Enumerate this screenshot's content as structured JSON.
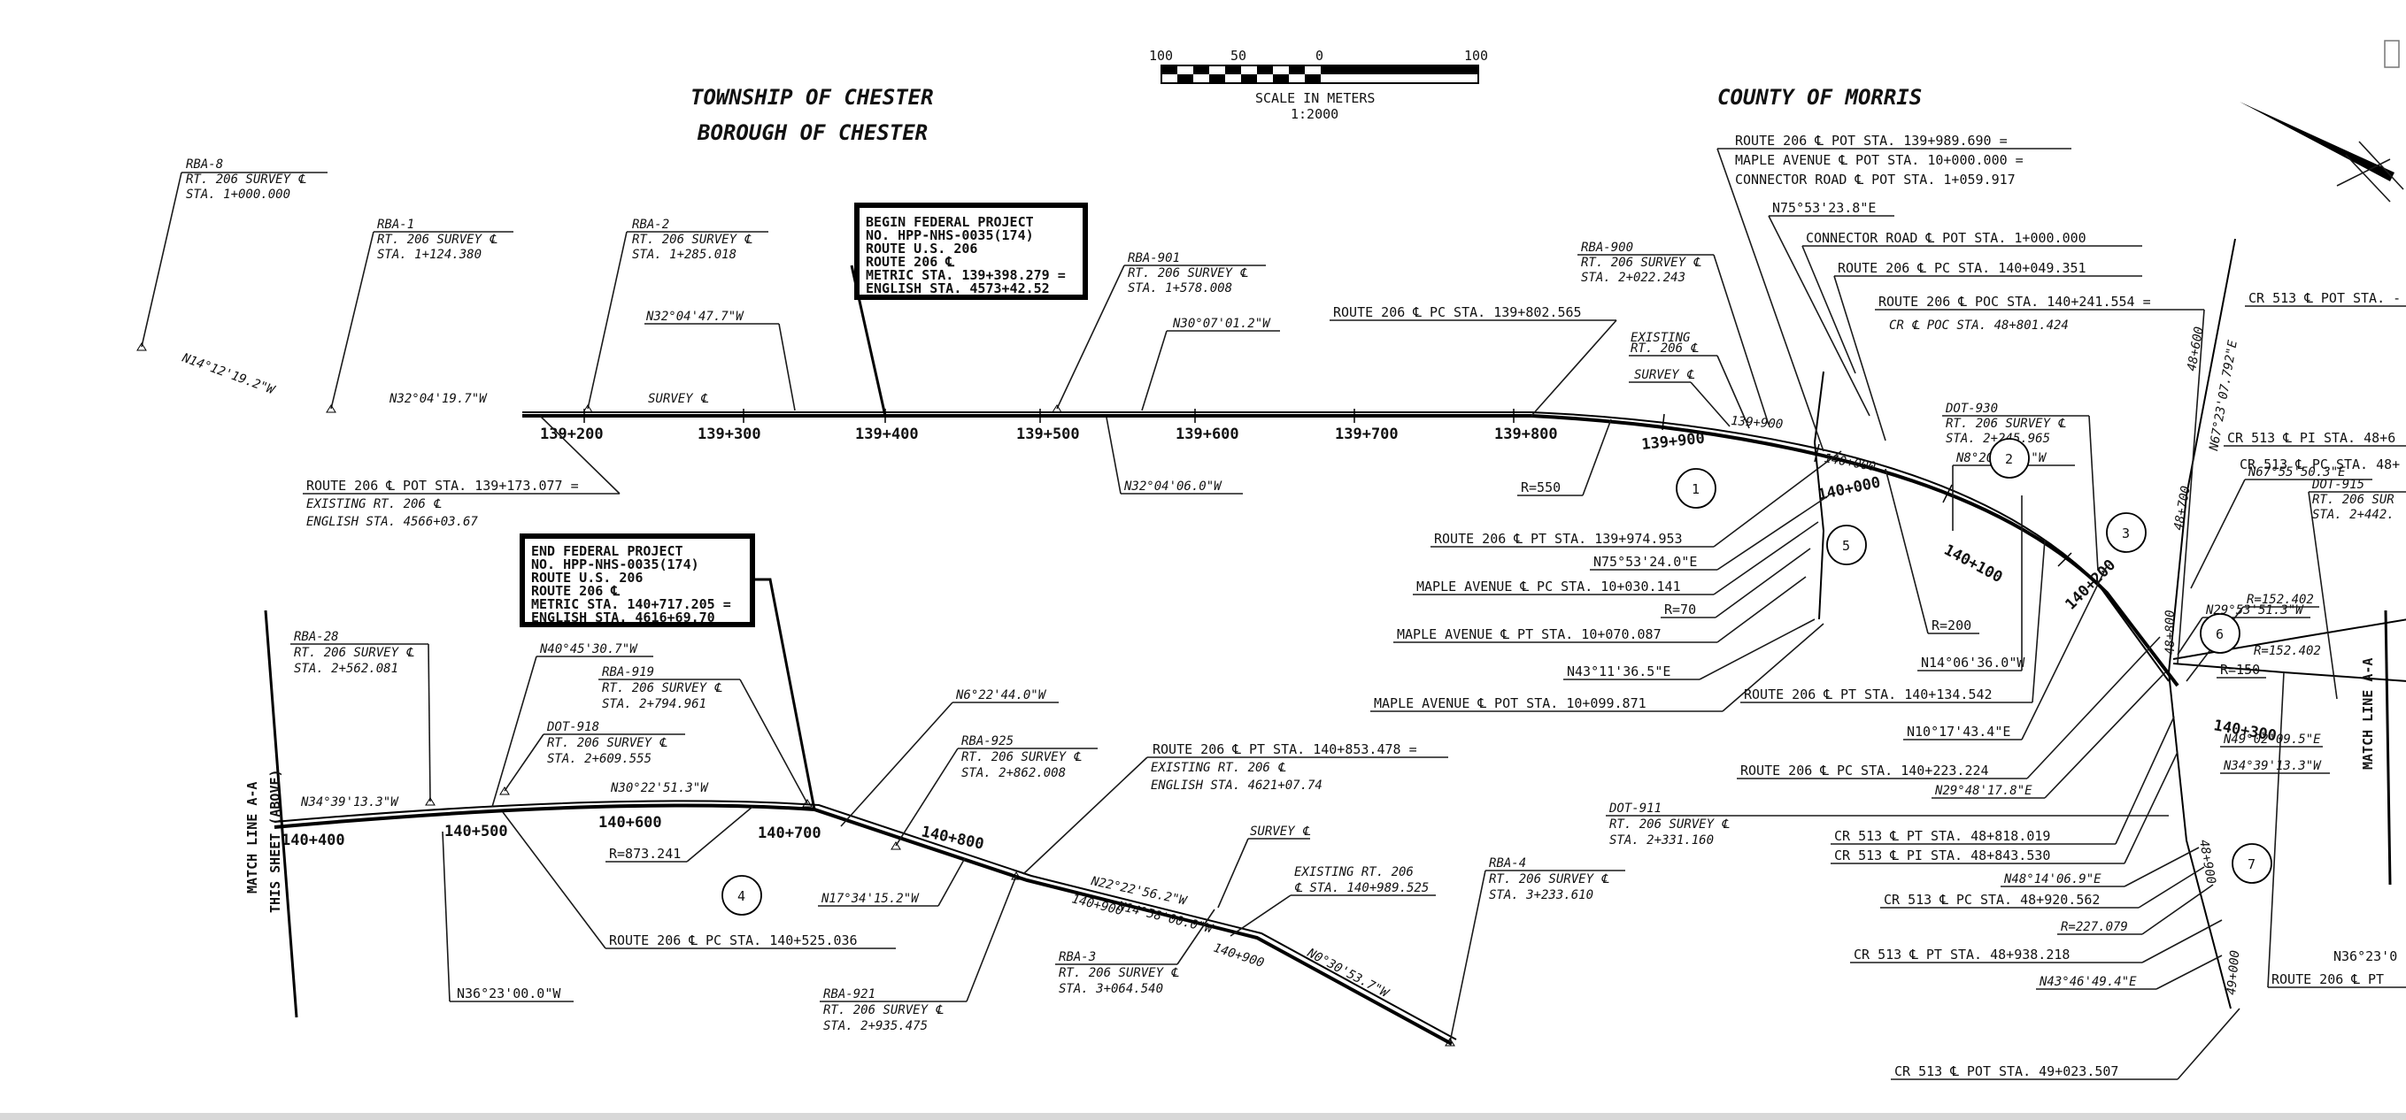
{
  "titles": {
    "township": "TOWNSHIP OF CHESTER",
    "borough": "BOROUGH OF CHESTER",
    "county": "COUNTY OF MORRIS"
  },
  "scale": {
    "ticks": [
      "100",
      "50",
      "0",
      "100"
    ],
    "caption": "SCALE IN METERS",
    "ratio": "1:2000"
  },
  "boxes": {
    "begin": [
      "BEGIN FEDERAL PROJECT",
      "NO. HPP-NHS-0035(174)",
      "ROUTE U.S. 206",
      "ROUTE 206 ℄",
      "METRIC STA. 139+398.279 =",
      "ENGLISH STA. 4573+42.52"
    ],
    "end": [
      "END FEDERAL PROJECT",
      "NO. HPP-NHS-0035(174)",
      "ROUTE U.S. 206",
      "ROUTE 206 ℄",
      "METRIC STA. 140+717.205 =",
      "ENGLISH STA. 4616+69.70"
    ]
  },
  "stations_top": [
    "139+200",
    "139+300",
    "139+400",
    "139+500",
    "139+600",
    "139+700",
    "139+800",
    "139+900",
    "140+000",
    "140+100",
    "140+200",
    "140+300"
  ],
  "stations_bottom": [
    "140+400",
    "140+500",
    "140+600",
    "140+700",
    "140+800"
  ],
  "match_line": [
    "MATCH LINE A-A",
    "THIS SHEET (ABOVE)"
  ],
  "match_line_right": "MATCH LINE A-A",
  "circles": [
    "1",
    "2",
    "3",
    "4",
    "5",
    "6",
    "7"
  ],
  "survey_points": [
    {
      "id": "RBA-8",
      "lines": [
        "RT. 206 SURVEY ℄",
        "STA. 1+000.000"
      ]
    },
    {
      "id": "RBA-1",
      "lines": [
        "RT. 206 SURVEY ℄",
        "STA. 1+124.380"
      ]
    },
    {
      "id": "RBA-2",
      "lines": [
        "RT. 206 SURVEY ℄",
        "STA. 1+285.018"
      ]
    },
    {
      "id": "RBA-901",
      "lines": [
        "RT. 206 SURVEY ℄",
        "STA. 1+578.008"
      ]
    },
    {
      "id": "RBA-900",
      "lines": [
        "RT. 206 SURVEY ℄",
        "STA. 2+022.243"
      ]
    },
    {
      "id": "DOT-930",
      "lines": [
        "RT. 206 SURVEY ℄",
        "STA. 2+245.965"
      ]
    },
    {
      "id": "DOT-915",
      "lines": [
        "RT. 206 SUR",
        "STA. 2+442."
      ]
    },
    {
      "id": "RBA-28",
      "lines": [
        "RT. 206 SURVEY ℄",
        "STA. 2+562.081"
      ]
    },
    {
      "id": "RBA-919",
      "lines": [
        "RT. 206 SURVEY ℄",
        "STA. 2+794.961"
      ]
    },
    {
      "id": "DOT-918",
      "lines": [
        "RT. 206 SURVEY ℄",
        "STA. 2+609.555"
      ]
    },
    {
      "id": "RBA-925",
      "lines": [
        "RT. 206 SURVEY ℄",
        "STA. 2+862.008"
      ]
    },
    {
      "id": "DOT-911",
      "lines": [
        "RT. 206 SURVEY ℄",
        "STA. 2+331.160"
      ]
    },
    {
      "id": "RBA-4",
      "lines": [
        "RT. 206 SURVEY ℄",
        "STA. 3+233.610"
      ]
    },
    {
      "id": "RBA-3",
      "lines": [
        "RT. 206 SURVEY ℄",
        "STA. 3+064.540"
      ]
    },
    {
      "id": "RBA-921",
      "lines": [
        "RT. 206 SURVEY ℄",
        "STA. 2+935.475"
      ]
    }
  ],
  "bearings": {
    "b1": "N14°12'19.2\"W",
    "b2": "N32°04'19.7\"W",
    "b3": "N32°04'47.7\"W",
    "b4": "N30°07'01.2\"W",
    "b5": "N32°04'06.0\"W",
    "b6": "N75°53'23.8\"E",
    "b7": "N8°20'26.1\"W",
    "b8": "N67°23'07.792\"E",
    "b9": "N67°55'50.3\"E",
    "b10": "N29°53'51.3\"W",
    "b11": "N40°45'30.7\"W",
    "b12": "N30°22'51.3\"W",
    "b13": "N34°39'13.3\"W",
    "b14": "N6°22'44.0\"W",
    "b15": "N17°34'15.2\"W",
    "b16": "N22°22'56.2\"W",
    "b17": "N0°30'53.7\"W",
    "b18": "N36°23'00.0\"W",
    "b19": "N75°53'24.0\"E",
    "b20": "N43°11'36.5\"E",
    "b21": "N14°06'36.0\"W",
    "b22": "N10°17'43.4\"E",
    "b23": "N29°48'17.8\"E",
    "b24": "N49°02'09.5\"E",
    "b25": "N34°39'13.3\"W",
    "b26": "N48°14'06.9\"E",
    "b27": "N43°46'49.4\"E",
    "b28": "N36°23'0"
  },
  "callouts": {
    "c1": "ROUTE 206 ℄ POT STA. 139+989.690 =",
    "c2": "MAPLE AVENUE ℄ POT STA. 10+000.000 =",
    "c3": "CONNECTOR ROAD ℄ POT STA. 1+059.917",
    "c4": "CONNECTOR ROAD ℄ POT STA. 1+000.000",
    "c5": "ROUTE 206 ℄ PC STA. 140+049.351",
    "c6": "ROUTE 206 ℄ POC STA. 140+241.554 =",
    "c7": "CR ℄ POC STA. 48+801.424",
    "c8": "CR 513 ℄ POT STA. -",
    "c9": "CR 513 ℄ PI STA. 48+6",
    "c10": "CR 513 ℄ PC STA. 48+",
    "c11": "ROUTE 206 ℄ PC STA. 139+802.565",
    "c12": "ROUTE 206 ℄ POT STA. 139+173.077 =",
    "c13": "EXISTING RT. 206 ℄",
    "c14": "ENGLISH STA. 4566+03.67",
    "c15": "ROUTE 206 ℄ PT STA. 139+974.953",
    "c16": "MAPLE AVENUE ℄ PC STA. 10+030.141",
    "c17": "MAPLE AVENUE ℄ PT STA. 10+070.087",
    "c18": "MAPLE AVENUE ℄ POT STA. 10+099.871",
    "c19": "ROUTE 206 ℄ PT STA. 140+134.542",
    "c20": "ROUTE 206 ℄ PC STA. 140+223.224",
    "c21": "ROUTE 206 ℄ PT STA. 140+853.478 =",
    "c22": "EXISTING RT. 206 ℄",
    "c23": "ENGLISH STA. 4621+07.74",
    "c24": "ROUTE 206 ℄ PC STA. 140+525.036",
    "c25": "CR 513 ℄ PT STA. 48+818.019",
    "c26": "CR 513 ℄ PI STA. 48+843.530",
    "c27": "CR 513 ℄ PC STA. 48+920.562",
    "c28": "CR 513 ℄ PT STA. 48+938.218",
    "c29": "CR 513 ℄ POT STA. 49+023.507",
    "c30": "ROUTE 206 ℄ PT",
    "c31": "EXISTING RT. 206",
    "c32": "℄ STA. 140+989.525"
  },
  "radii": {
    "r1": "R=550",
    "r2": "R=70",
    "r3": "R=200",
    "r4": "R=152.402",
    "r5": "R=150",
    "r6": "R=873.241",
    "r7": "R=227.079",
    "r8": "R=152.402"
  },
  "small_labels": {
    "survey": "SURVEY ℄",
    "existing1": "EXISTING",
    "existing2": "RT. 206 ℄",
    "survey2": "SURVEY ℄",
    "survey3": "SURVEY ℄",
    "sta_small1": "140+900",
    "sta_small2": "140+900",
    "sta_small3": "139+900",
    "sta_small4": "48+900",
    "sta_small5": "49+000",
    "sta_small6": "48+800",
    "sta_small7": "48+700",
    "sta_small8": "48+600",
    "sta_small9": "140+000",
    "b16b": "N14°58'00.0\"W"
  }
}
